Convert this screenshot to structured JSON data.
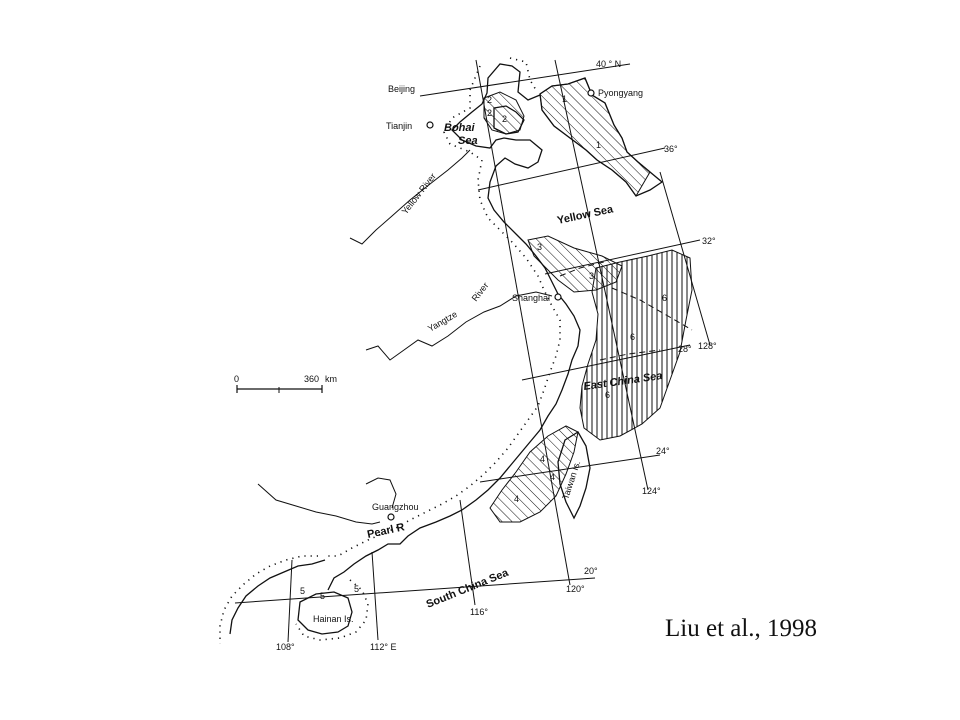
{
  "cities": {
    "beijing": "Beijing",
    "tianjin": "Tianjin",
    "pyongyang": "Pyongyang",
    "shanghai": "Shanghai",
    "guangzhou": "Guangzhou"
  },
  "seas": {
    "bohai_1": "Bohai",
    "bohai_2": "Sea",
    "yellow": "Yellow Sea",
    "east_china": "East China Sea",
    "south_china": "South China Sea"
  },
  "rivers": {
    "yellow": "Yellow River",
    "yangtze": "Yangtze",
    "yangtze_river": "River",
    "pearl": "Pearl R"
  },
  "islands": {
    "hainan": "Hainan Is.",
    "taiwan": "Taiwan Is."
  },
  "graticule": {
    "lat40": "40 ° N",
    "lat36": "36°",
    "lat32": "32°",
    "lat28": "28°",
    "lat24": "24°",
    "lat20": "20°",
    "lon108": "108°",
    "lon112": "112° E",
    "lon116": "116°",
    "lon120": "120°",
    "lon124": "124°",
    "lon128": "128°"
  },
  "scale_bar": {
    "start": "0",
    "end": "360",
    "unit": "km"
  },
  "zones": {
    "z1a": "1",
    "z1b": "1",
    "z2a": "2",
    "z2b": "2",
    "z2c": "2",
    "z3a": "3",
    "z3b": "3",
    "z4a": "4",
    "z4b": "4",
    "z4c": "4",
    "z5a": "5",
    "z5b": "5",
    "z5c": "5",
    "z6a": "6",
    "z6b": "6",
    "z6c": "6"
  },
  "citation": "Liu et al., 1998",
  "colors": {
    "ink": "#111111",
    "paper": "#ffffff"
  }
}
